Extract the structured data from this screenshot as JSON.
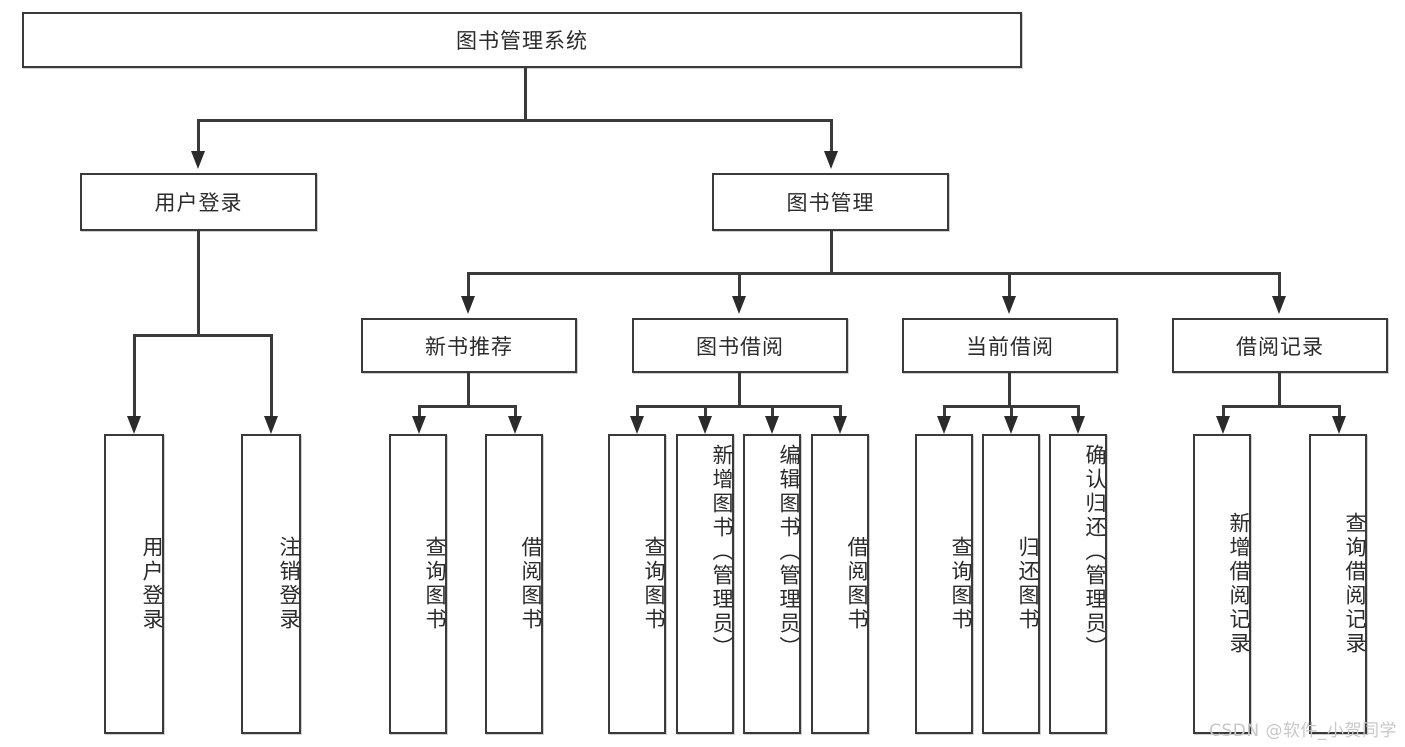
{
  "diagram": {
    "type": "tree-hierarchy-chart",
    "title": "图书管理系统",
    "watermark": "CSDN @软件_小贺同学",
    "colors": {
      "box_border": "#3a3a3a",
      "text": "#2b2b2b",
      "background": "#ffffff",
      "connector": "#3a3a3a",
      "watermark": "#c8c8c8"
    },
    "root": {
      "label": "图书管理系统"
    },
    "level2": [
      {
        "id": "user-login",
        "label": "用户登录"
      },
      {
        "id": "book-management",
        "label": "图书管理"
      }
    ],
    "level3": [
      {
        "id": "new-book-recommend",
        "label": "新书推荐"
      },
      {
        "id": "book-borrow",
        "label": "图书借阅"
      },
      {
        "id": "current-borrow",
        "label": "当前借阅"
      },
      {
        "id": "borrow-record",
        "label": "借阅记录"
      }
    ],
    "leaves": {
      "user_login": [
        {
          "id": "leaf-user-login",
          "label": "用户登录"
        },
        {
          "id": "leaf-logout-login",
          "label": "注销登录"
        }
      ],
      "new_book_recommend": [
        {
          "id": "leaf-query-book-1",
          "label": "查询图书"
        },
        {
          "id": "leaf-borrow-book-1",
          "label": "借阅图书"
        }
      ],
      "book_borrow": [
        {
          "id": "leaf-query-book-2",
          "label": "查询图书"
        },
        {
          "id": "leaf-add-book",
          "label": "新增图书（管理员）"
        },
        {
          "id": "leaf-edit-book",
          "label": "编辑图书（管理员）"
        },
        {
          "id": "leaf-borrow-book-2",
          "label": "借阅图书"
        }
      ],
      "current_borrow": [
        {
          "id": "leaf-query-book-3",
          "label": "查询图书"
        },
        {
          "id": "leaf-return-book",
          "label": "归还图书"
        },
        {
          "id": "leaf-confirm-return",
          "label": "确认归还（管理员）"
        }
      ],
      "borrow_record": [
        {
          "id": "leaf-add-record",
          "label": "新增借阅记录"
        },
        {
          "id": "leaf-query-record",
          "label": "查询借阅记录"
        }
      ]
    }
  }
}
